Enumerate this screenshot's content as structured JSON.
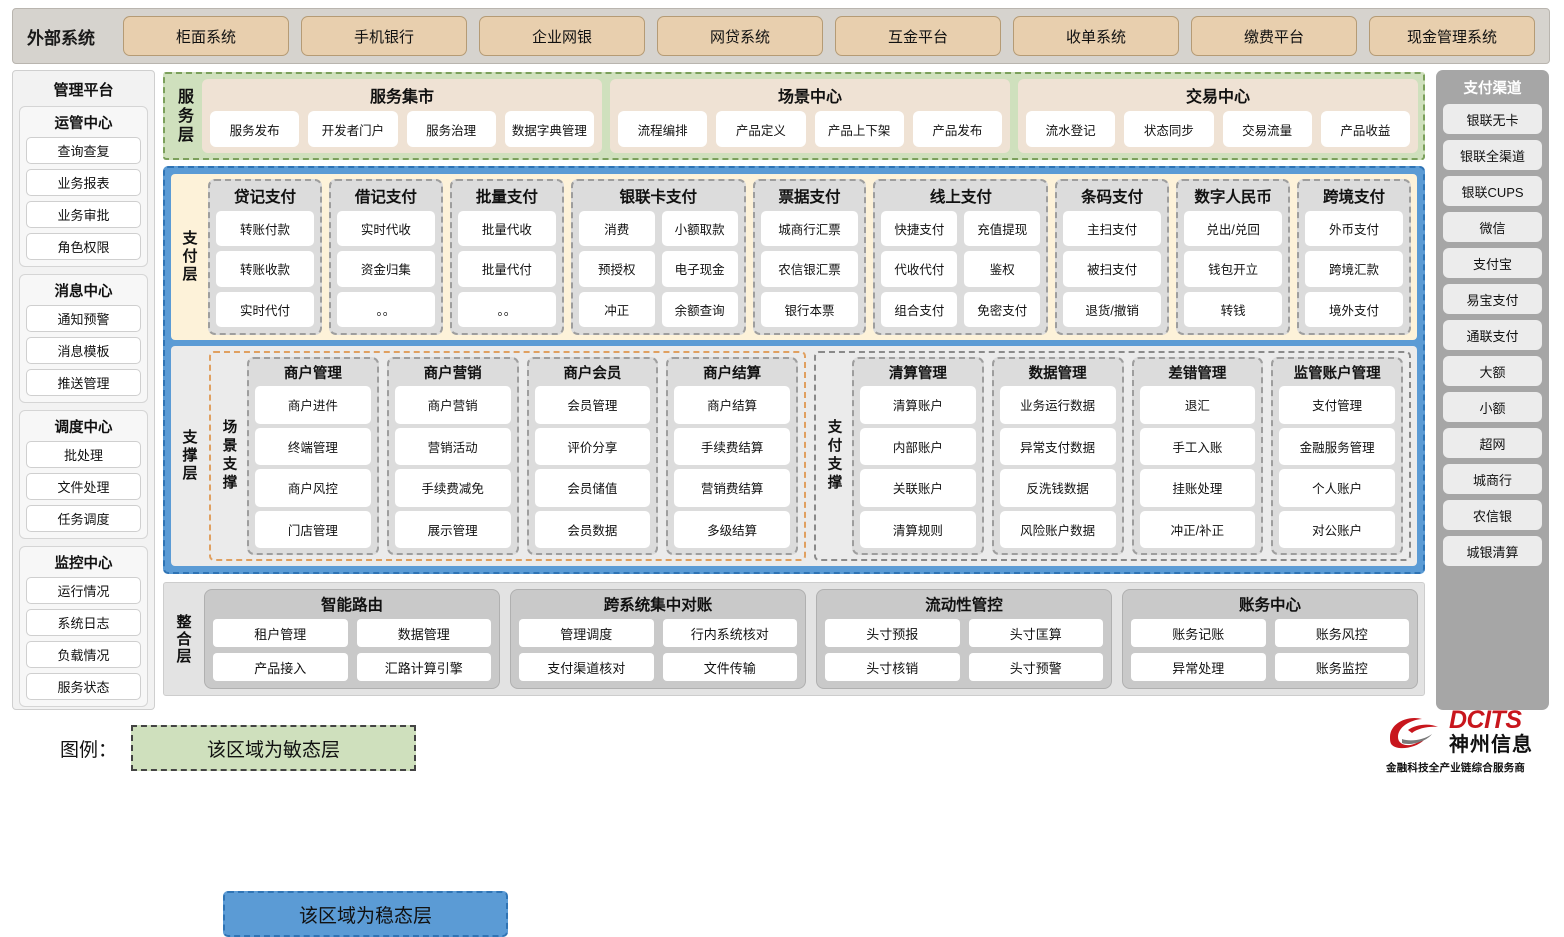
{
  "external": {
    "title": "外部系统",
    "items": [
      "柜面系统",
      "手机银行",
      "企业网银",
      "网贷系统",
      "互金平台",
      "收单系统",
      "缴费平台",
      "现金管理系统"
    ]
  },
  "management": {
    "title": "管理平台",
    "groups": [
      {
        "title": "运管中心",
        "items": [
          "查询查复",
          "业务报表",
          "业务审批",
          "角色权限"
        ]
      },
      {
        "title": "消息中心",
        "items": [
          "通知预警",
          "消息模板",
          "推送管理"
        ]
      },
      {
        "title": "调度中心",
        "items": [
          "批处理",
          "文件处理",
          "任务调度"
        ]
      },
      {
        "title": "监控中心",
        "items": [
          "运行情况",
          "系统日志",
          "负载情况",
          "服务状态"
        ]
      }
    ]
  },
  "channels": {
    "title": "支付渠道",
    "items": [
      "银联无卡",
      "银联全渠道",
      "银联CUPS",
      "微信",
      "支付宝",
      "易宝支付",
      "通联支付",
      "大额",
      "小额",
      "超网",
      "城商行",
      "农信银",
      "城银清算"
    ]
  },
  "service_layer": {
    "label": "服务层",
    "groups": [
      {
        "title": "服务集市",
        "items": [
          "服务发布",
          "开发者门户",
          "服务治理",
          "数据字典管理"
        ]
      },
      {
        "title": "场景中心",
        "items": [
          "流程编排",
          "产品定义",
          "产品上下架",
          "产品发布"
        ]
      },
      {
        "title": "交易中心",
        "items": [
          "流水登记",
          "状态同步",
          "交易流量",
          "产品收益"
        ]
      }
    ]
  },
  "payment_layer": {
    "label": "支付层",
    "groups": [
      {
        "title": "贷记支付",
        "cols": 1,
        "rows": [
          [
            "转账付款"
          ],
          [
            "转账收款"
          ],
          [
            "实时代付"
          ]
        ]
      },
      {
        "title": "借记支付",
        "cols": 1,
        "rows": [
          [
            "实时代收"
          ],
          [
            "资金归集"
          ],
          [
            "。。"
          ]
        ]
      },
      {
        "title": "批量支付",
        "cols": 1,
        "rows": [
          [
            "批量代收"
          ],
          [
            "批量代付"
          ],
          [
            "。。"
          ]
        ]
      },
      {
        "title": "银联卡支付",
        "cols": 2,
        "rows": [
          [
            "消费",
            "小额取款"
          ],
          [
            "预授权",
            "电子现金"
          ],
          [
            "冲正",
            "余额查询"
          ]
        ]
      },
      {
        "title": "票据支付",
        "cols": 1,
        "rows": [
          [
            "城商行汇票"
          ],
          [
            "农信银汇票"
          ],
          [
            "银行本票"
          ]
        ]
      },
      {
        "title": "线上支付",
        "cols": 2,
        "rows": [
          [
            "快捷支付",
            "充值提现"
          ],
          [
            "代收代付",
            "鉴权"
          ],
          [
            "组合支付",
            "免密支付"
          ]
        ]
      },
      {
        "title": "条码支付",
        "cols": 1,
        "rows": [
          [
            "主扫支付"
          ],
          [
            "被扫支付"
          ],
          [
            "退货/撤销"
          ]
        ]
      },
      {
        "title": "数字人民币",
        "cols": 1,
        "rows": [
          [
            "兑出/兑回"
          ],
          [
            "钱包开立"
          ],
          [
            "转钱"
          ]
        ]
      },
      {
        "title": "跨境支付",
        "cols": 1,
        "rows": [
          [
            "外币支付"
          ],
          [
            "跨境汇款"
          ],
          [
            "境外支付"
          ]
        ]
      }
    ]
  },
  "support_layer": {
    "label": "支撑层",
    "scene": {
      "label": "场景支撑",
      "groups": [
        {
          "title": "商户管理",
          "items": [
            "商户进件",
            "终端管理",
            "商户风控",
            "门店管理"
          ]
        },
        {
          "title": "商户营销",
          "items": [
            "商户营销",
            "营销活动",
            "手续费减免",
            "展示管理"
          ]
        },
        {
          "title": "商户会员",
          "items": [
            "会员管理",
            "评价分享",
            "会员储值",
            "会员数据"
          ]
        },
        {
          "title": "商户结算",
          "items": [
            "商户结算",
            "手续费结算",
            "营销费结算",
            "多级结算"
          ]
        }
      ]
    },
    "paysupport": {
      "label": "支付支撑",
      "groups": [
        {
          "title": "清算管理",
          "items": [
            "清算账户",
            "内部账户",
            "关联账户",
            "清算规则"
          ]
        },
        {
          "title": "数据管理",
          "items": [
            "业务运行数据",
            "异常支付数据",
            "反洗钱数据",
            "风险账户数据"
          ]
        },
        {
          "title": "差错管理",
          "items": [
            "退汇",
            "手工入账",
            "挂账处理",
            "冲正/补正"
          ]
        },
        {
          "title": "监管账户管理",
          "items": [
            "支付管理",
            "金融服务管理",
            "个人账户",
            "对公账户"
          ]
        }
      ]
    }
  },
  "integration_layer": {
    "label": "整合层",
    "groups": [
      {
        "title": "智能路由",
        "rows": [
          [
            "租户管理",
            "数据管理"
          ],
          [
            "产品接入",
            "汇路计算引擎"
          ]
        ]
      },
      {
        "title": "跨系统集中对账",
        "rows": [
          [
            "管理调度",
            "行内系统核对"
          ],
          [
            "支付渠道核对",
            "文件传输"
          ]
        ]
      },
      {
        "title": "流动性管控",
        "rows": [
          [
            "头寸预报",
            "头寸匡算"
          ],
          [
            "头寸核销",
            "头寸预警"
          ]
        ]
      },
      {
        "title": "账务中心",
        "rows": [
          [
            "账务记账",
            "账务风控"
          ],
          [
            "异常处理",
            "账务监控"
          ]
        ]
      }
    ]
  },
  "legend": {
    "label": "图例：",
    "agile": "该区域为敏态层",
    "stable": "该区域为稳态层",
    "agile_color": "#cfe0bd",
    "stable_color": "#5b9bd5"
  },
  "logo": {
    "brand": "DCITS",
    "brand_cn": "神州信息",
    "tagline": "金融科技全产业链综合服务商",
    "color": "#c8161d"
  }
}
